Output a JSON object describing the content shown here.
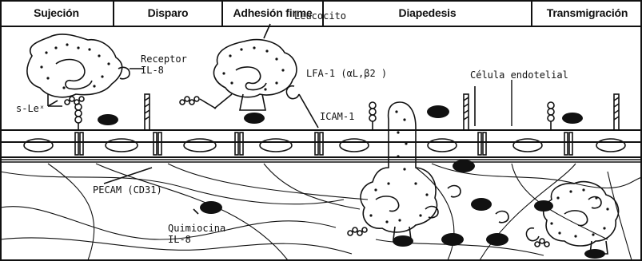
{
  "stages": [
    "Sujeción",
    "Disparo",
    "Adhesión firme",
    "Diapedesis",
    "Transmigración"
  ],
  "labels": {
    "leucocito": "Leucocito",
    "receptor": "Receptor",
    "il8_receptor": "IL-8",
    "lfa1": "LFA-1 (αL,β2 )",
    "celula_endotelial": "Célula endotelial",
    "sle": "s-Leˣ",
    "icam1": "ICAM-1",
    "pecam": "PECAM (CD31)",
    "quimiocina": "Quimiocina",
    "il8_quimiocina": "IL-8"
  }
}
